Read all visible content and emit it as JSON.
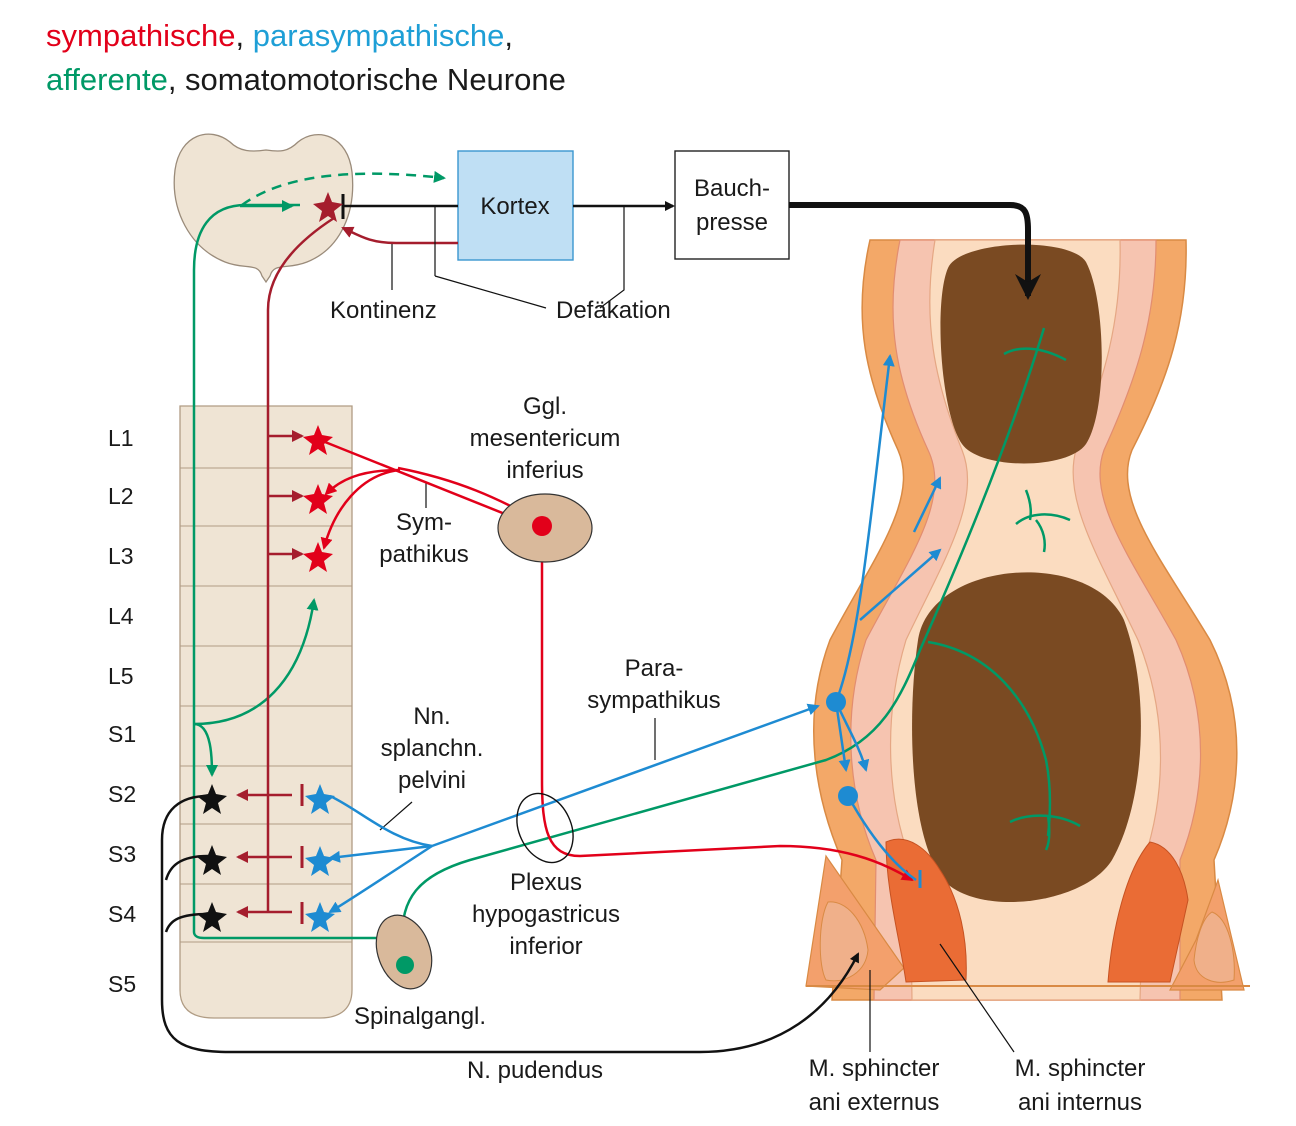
{
  "legend": {
    "sympathetic": "sympathische",
    "sep1": ", ",
    "parasympathetic": "parasympathische",
    "sep2": ",",
    "afferent": "afferente",
    "sep3": ", ",
    "somatomotor": "somatomotorische Neurone"
  },
  "colors": {
    "sympathetic": "#e2001a",
    "sympathetic_dark": "#a51d2d",
    "parasympathetic": "#1e8bd2",
    "afferent": "#009966",
    "somatomotor": "#111111",
    "cortex_fill": "#bfdff4",
    "spine_fill": "#efe4d4",
    "ganglion_fill": "#d9b99b",
    "feces": "#7a4a22",
    "muscle_outer": "#f3a868",
    "mucosa": "#f6c4b0",
    "sphincter_internus": "#ea6c35",
    "sphincter_externus": "#f3a06c"
  },
  "boxes": {
    "cortex": "Kortex",
    "bauch_line1": "Bauch-",
    "bauch_line2": "presse"
  },
  "labels": {
    "kontinenz": "Kontinenz",
    "defaekation": "Defäkation",
    "ggl_line1": "Ggl.",
    "ggl_line2": "mesentericum",
    "ggl_line3": "inferius",
    "sym_line1": "Sym-",
    "sym_line2": "pathikus",
    "para_line1": "Para-",
    "para_line2": "sympathikus",
    "nn_line1": "Nn.",
    "nn_line2": "splanchn.",
    "nn_line3": "pelvini",
    "plexus_line1": "Plexus",
    "plexus_line2": "hypogastricus",
    "plexus_line3": "inferior",
    "spinalgangl": "Spinalgangl.",
    "pudendus": "N. pudendus",
    "ext_line1": "M. sphincter",
    "ext_line2": "ani externus",
    "int_line1": "M. sphincter",
    "int_line2": "ani internus"
  },
  "segments": [
    "L1",
    "L2",
    "L3",
    "L4",
    "L5",
    "S1",
    "S2",
    "S3",
    "S4",
    "S5"
  ],
  "icons": {
    "neuron_star": "star-neuron-icon",
    "neuron_dot": "dot-neuron-icon",
    "inhibitory_bar": "inhibitory-terminal-icon"
  }
}
